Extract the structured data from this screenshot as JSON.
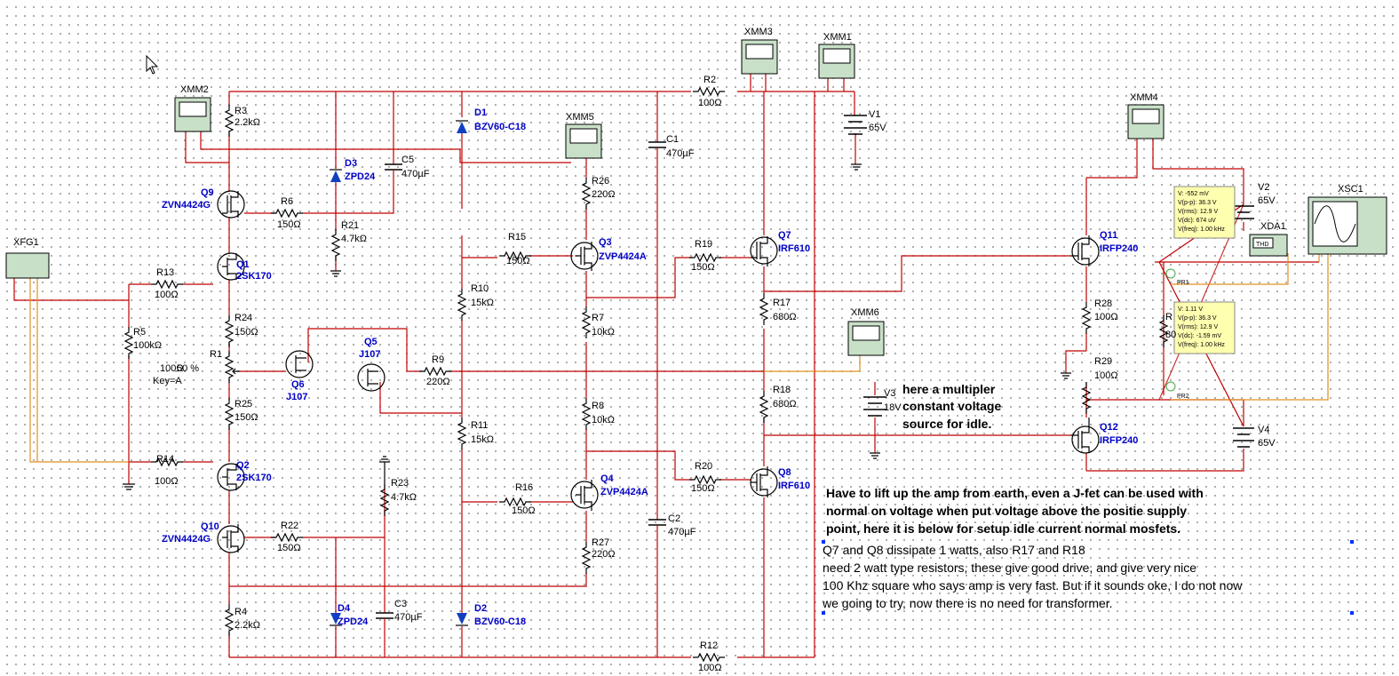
{
  "components": {
    "XMM2": "XMM2",
    "XMM3": "XMM3",
    "XMM1": "XMM1",
    "XMM5": "XMM5",
    "XMM4": "XMM4",
    "XMM6": "XMM6",
    "XFG1": "XFG1",
    "XSC1": "XSC1",
    "XDA1": "XDA1",
    "THD": "THD",
    "R2": {
      "name": "R2",
      "value": "100Ω"
    },
    "R3": {
      "name": "R3",
      "value": "2.2kΩ"
    },
    "R4": {
      "name": "R4",
      "value": "2.2kΩ"
    },
    "R5": {
      "name": "R5",
      "value": "100kΩ"
    },
    "R6": {
      "name": "R6",
      "value": "150Ω"
    },
    "R7": {
      "name": "R7",
      "value": "10kΩ"
    },
    "R8": {
      "name": "R8",
      "value": "10kΩ"
    },
    "R9": {
      "name": "R9",
      "value": "220Ω"
    },
    "R10": {
      "name": "R10",
      "value": "15kΩ"
    },
    "R11": {
      "name": "R11",
      "value": "15kΩ"
    },
    "R12": {
      "name": "R12",
      "value": "100Ω"
    },
    "R13": {
      "name": "R13",
      "value": "100Ω"
    },
    "R14": {
      "name": "R14",
      "value": "100Ω"
    },
    "R15": {
      "name": "R15",
      "value": "150Ω"
    },
    "R16": {
      "name": "R16",
      "value": "150Ω"
    },
    "R17": {
      "name": "R17",
      "value": "680Ω"
    },
    "R18": {
      "name": "R18",
      "value": "680Ω"
    },
    "R19": {
      "name": "R19",
      "value": "150Ω"
    },
    "R20": {
      "name": "R20",
      "value": "150Ω"
    },
    "R21": {
      "name": "R21",
      "value": "4.7kΩ"
    },
    "R22": {
      "name": "R22",
      "value": "150Ω"
    },
    "R23": {
      "name": "R23",
      "value": "4.7kΩ"
    },
    "R24": {
      "name": "R24",
      "value": "150Ω"
    },
    "R25": {
      "name": "R25",
      "value": "150Ω"
    },
    "R26": {
      "name": "R26",
      "value": "220Ω"
    },
    "R27": {
      "name": "R27",
      "value": "220Ω"
    },
    "R28": {
      "name": "R28",
      "value": "100Ω"
    },
    "R29": {
      "name": "R29",
      "value": "100Ω"
    },
    "R8x": {
      "name": "R",
      "value": "80"
    },
    "R1": {
      "name": "R1",
      "value": "100Ω",
      "pct": "50 %",
      "key": "Key=A"
    },
    "C1": {
      "name": "C1",
      "value": "470µF"
    },
    "C2": {
      "name": "C2",
      "value": "470µF"
    },
    "C3": {
      "name": "C3",
      "value": "470µF"
    },
    "C5": {
      "name": "C5",
      "value": "470µF"
    },
    "D1": {
      "name": "D1",
      "value": "BZV60-C18"
    },
    "D2": {
      "name": "D2",
      "value": "BZV60-C18"
    },
    "D3": {
      "name": "D3",
      "value": "ZPD24"
    },
    "D4": {
      "name": "D4",
      "value": "ZPD24"
    },
    "Q1": {
      "name": "Q1",
      "value": "2SK170"
    },
    "Q2": {
      "name": "Q2",
      "value": "2SK170"
    },
    "Q3": {
      "name": "Q3",
      "value": "ZVP4424A"
    },
    "Q4": {
      "name": "Q4",
      "value": "ZVP4424A"
    },
    "Q5": {
      "name": "Q5",
      "value": "J107"
    },
    "Q6": {
      "name": "Q6",
      "value": "J107"
    },
    "Q7": {
      "name": "Q7",
      "value": "IRF610"
    },
    "Q8": {
      "name": "Q8",
      "value": "IRF610"
    },
    "Q9": {
      "name": "Q9",
      "value": "ZVN4424G"
    },
    "Q10": {
      "name": "Q10",
      "value": "ZVN4424G"
    },
    "Q11": {
      "name": "Q11",
      "value": "IRFP240"
    },
    "Q12": {
      "name": "Q12",
      "value": "IRFP240"
    },
    "V1": {
      "name": "V1",
      "value": "65V"
    },
    "V2": {
      "name": "V2",
      "value": "65V"
    },
    "V3": {
      "name": "V3",
      "value": "18V"
    },
    "V4": {
      "name": "V4",
      "value": "65V"
    },
    "PR1": "PR1",
    "PR2": "PR2"
  },
  "probe1": [
    "V: -552 mV",
    "V(p-p): 36.3 V",
    "V(rms): 12.9 V",
    "V(dc): 674 uV",
    "V(freq): 1.00 kHz"
  ],
  "probe2": [
    "V: 1.11 V",
    "V(p-p): 36.3 V",
    "V(rms): 12.9 V",
    "V(dc): -1.59 mV",
    "V(freq): 1.00 kHz"
  ],
  "annotation_multiplier": [
    "here a multipler",
    "constant voltage",
    "source for idle."
  ],
  "annotation_main": [
    "Have to lift up the amp from earth, even a J-fet can be used with",
    "normal on voltage when put voltage above the positie supply",
    "point, here it is below for setup idle current normal mosfets."
  ],
  "annotation_note": [
    "Q7 and Q8 dissipate 1 watts, also R17 and R18",
    "need 2 watt type resistors, these give good drive, and give very nice",
    "100 Khz square who says amp is very fast. But if it sounds oke, I do not now",
    "we going to try, now there is no need for transformer."
  ]
}
